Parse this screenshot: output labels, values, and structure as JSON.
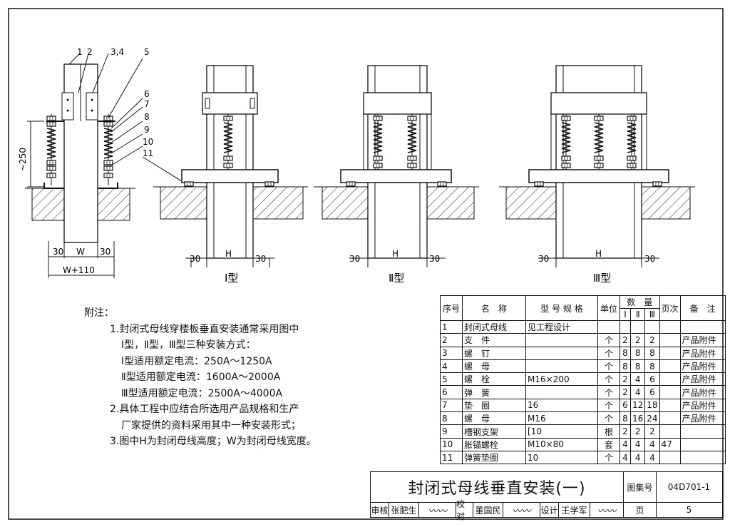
{
  "figure": {
    "part_numbers": [
      "1",
      "2",
      "3,4",
      "5",
      "6",
      "7",
      "8",
      "9",
      "10",
      "11"
    ],
    "dim_250": "~250",
    "dims_left": {
      "side": "30",
      "w": "W",
      "total": "W+110"
    },
    "dims_h": {
      "side": "30",
      "h": "H"
    },
    "type_labels": [
      "Ⅰ型",
      "Ⅱ型",
      "Ⅲ型"
    ]
  },
  "notes": {
    "title": "附注：",
    "lines": [
      "1.封闭式母线穿楼板垂直安装通常采用图中",
      "Ⅰ型，Ⅱ型，Ⅲ型三种安装方式：",
      "Ⅰ型适用额定电流：250A～1250A",
      "Ⅱ型适用额定电流：1600A～2000A",
      "Ⅲ型适用额定电流：2500A～4000A",
      "2.具体工程中应结合所选用产品规格和生产",
      "厂家提供的资料采用其中一种安装形式；",
      "3.图中H为封闭母线高度；W为封闭母线宽度。"
    ]
  },
  "table": {
    "headers": {
      "no": "序号",
      "name": "名　称",
      "spec": "型 号 规 格",
      "unit": "单位",
      "qty": "数　量",
      "q1": "Ⅰ",
      "q2": "Ⅱ",
      "q3": "Ⅲ",
      "page": "页次",
      "remark": "备　注"
    },
    "rows": [
      {
        "no": "1",
        "name": "封闭式母线",
        "spec": "见工程设计",
        "unit": "",
        "q1": "",
        "q2": "",
        "q3": "",
        "page": "",
        "remark": ""
      },
      {
        "no": "2",
        "name": "支　件",
        "spec": "",
        "unit": "个",
        "q1": "2",
        "q2": "2",
        "q3": "2",
        "page": "",
        "remark": "产品附件"
      },
      {
        "no": "3",
        "name": "螺　钉",
        "spec": "",
        "unit": "个",
        "q1": "8",
        "q2": "8",
        "q3": "8",
        "page": "",
        "remark": "产品附件"
      },
      {
        "no": "4",
        "name": "螺　母",
        "spec": "",
        "unit": "个",
        "q1": "8",
        "q2": "8",
        "q3": "8",
        "page": "",
        "remark": "产品附件"
      },
      {
        "no": "5",
        "name": "螺　栓",
        "spec": "M16×200",
        "unit": "个",
        "q1": "2",
        "q2": "4",
        "q3": "6",
        "page": "",
        "remark": "产品附件"
      },
      {
        "no": "6",
        "name": "弹　簧",
        "spec": "",
        "unit": "个",
        "q1": "2",
        "q2": "4",
        "q3": "6",
        "page": "",
        "remark": "产品附件"
      },
      {
        "no": "7",
        "name": "垫　圈",
        "spec": "16",
        "unit": "个",
        "q1": "6",
        "q2": "12",
        "q3": "18",
        "page": "",
        "remark": "产品附件"
      },
      {
        "no": "8",
        "name": "螺　母",
        "spec": "M16",
        "unit": "个",
        "q1": "8",
        "q2": "16",
        "q3": "24",
        "page": "",
        "remark": "产品附件"
      },
      {
        "no": "9",
        "name": "槽钢支架",
        "spec": "[10",
        "unit": "根",
        "q1": "2",
        "q2": "2",
        "q3": "2",
        "page": "",
        "remark": ""
      },
      {
        "no": "10",
        "name": "胀锚螺栓",
        "spec": "M10×80",
        "unit": "套",
        "q1": "4",
        "q2": "4",
        "q3": "4",
        "page": "47",
        "remark": ""
      },
      {
        "no": "11",
        "name": "弹簧垫圈",
        "spec": "10",
        "unit": "个",
        "q1": "4",
        "q2": "4",
        "q3": "4",
        "page": "",
        "remark": ""
      }
    ]
  },
  "titleblock": {
    "title": "封闭式母线垂直安装(一)",
    "atlas_label": "图集号",
    "atlas_no": "04D701-1",
    "review_label": "审核",
    "reviewer": "张肥生",
    "check_label": "校对",
    "checker": "董国民",
    "design_label": "设计",
    "designer": "王学军",
    "page_label": "页",
    "page_no": "5"
  }
}
